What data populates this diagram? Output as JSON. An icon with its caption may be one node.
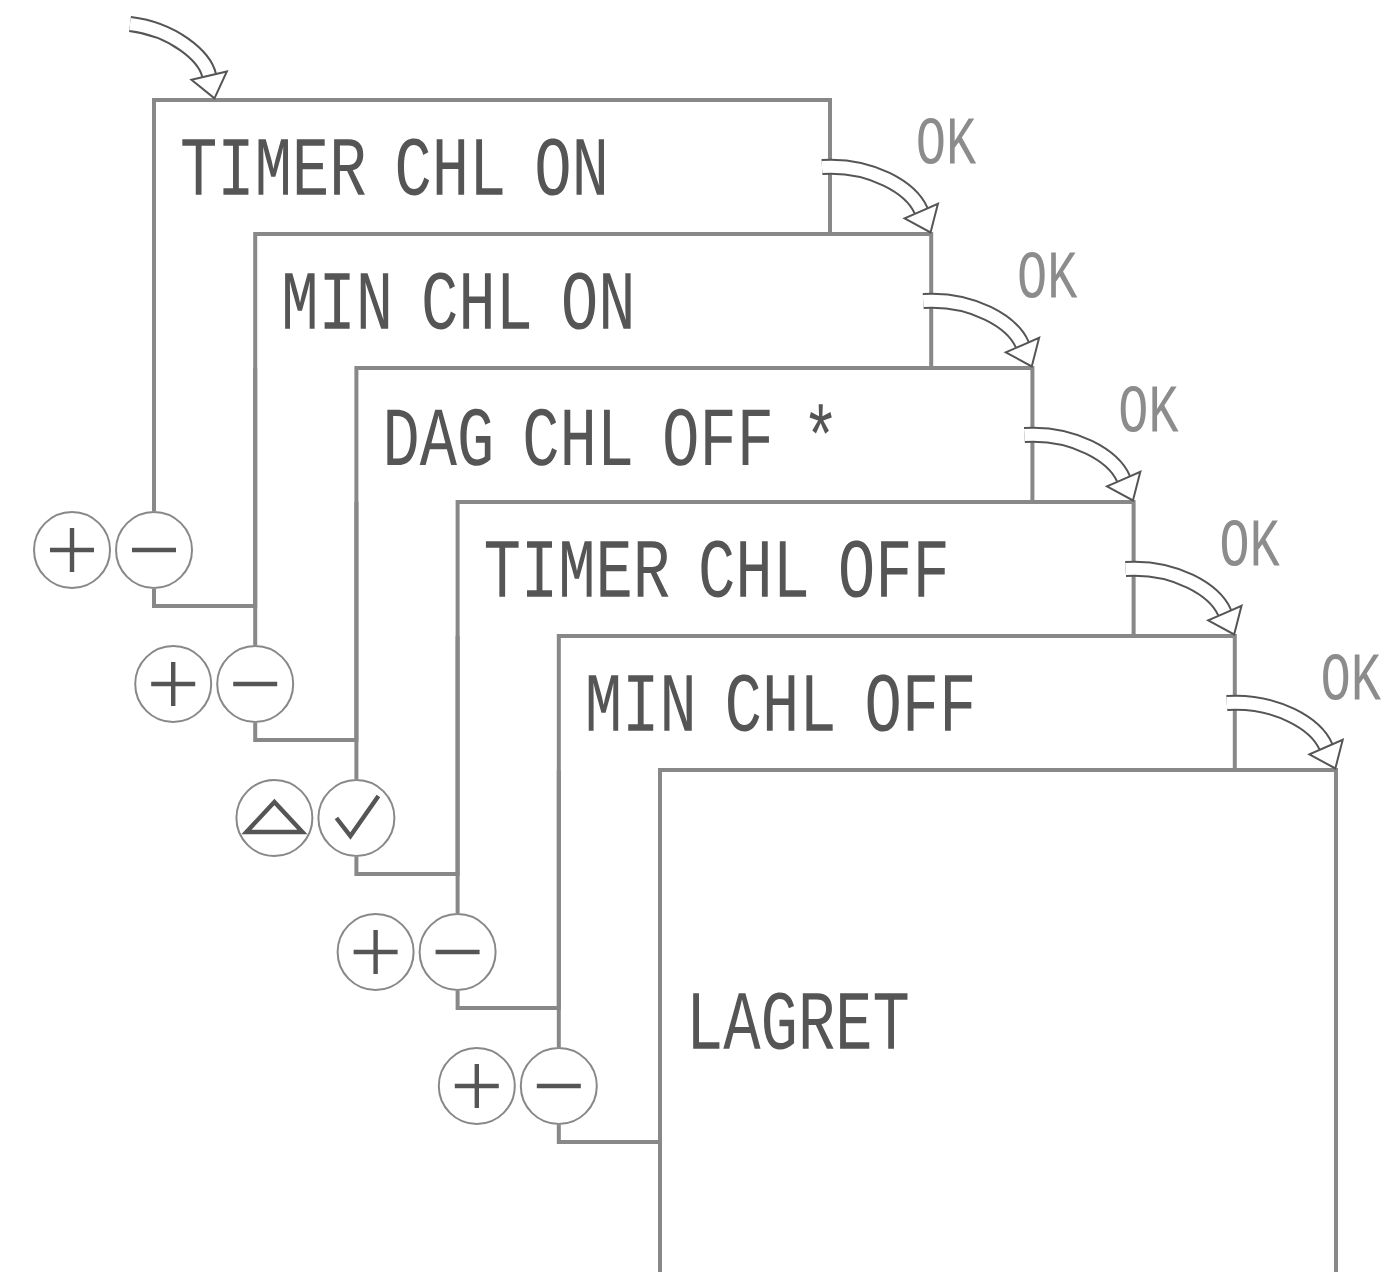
{
  "diagram": {
    "nodes": [
      {
        "text": [
          "TIMER CHL ON"
        ]
      },
      {
        "text": [
          "MIN CHL ON"
        ]
      },
      {
        "text": [
          "DAG CHL OFF *"
        ]
      },
      {
        "text": [
          "TIMER CHL OFF"
        ]
      },
      {
        "text": [
          "MIN CHL OFF"
        ]
      },
      {
        "text": [
          "LAGRET"
        ]
      },
      {
        "text": [],
        "shape": "circle"
      },
      {
        "text": [],
        "shape": "circle"
      },
      {
        "text": [],
        "shape": "circle"
      },
      {
        "text": [],
        "shape": "circle"
      },
      {
        "text": [],
        "shape": "circle"
      },
      {
        "text": [],
        "shape": "circle"
      },
      {
        "text": [],
        "shape": "circle"
      },
      {
        "text": [],
        "shape": "circle"
      },
      {
        "text": [],
        "shape": "circle"
      },
      {
        "text": [],
        "shape": "circle"
      }
    ],
    "edges": [
      {
        "from": null,
        "to": 0,
        "arrow": "to",
        "style": "thick"
      },
      {
        "from": 0,
        "to": 1,
        "arrow": "to",
        "label": "OK",
        "style": "thick"
      },
      {
        "from": 1,
        "to": 2,
        "arrow": "to",
        "label": "OK",
        "style": "thick"
      },
      {
        "from": 2,
        "to": 3,
        "arrow": "to",
        "label": "OK",
        "style": "thick"
      },
      {
        "from": 3,
        "to": 4,
        "arrow": "to",
        "label": "OK",
        "style": "thick"
      },
      {
        "from": 4,
        "to": 5,
        "arrow": "to",
        "label": "OK",
        "style": "thick"
      },
      {
        "from": 0,
        "to": 7,
        "arrow": "none"
      },
      {
        "from": 7,
        "to": 1,
        "arrow": "none"
      },
      {
        "from": 1,
        "to": 9,
        "arrow": "none"
      },
      {
        "from": 9,
        "to": 2,
        "arrow": "none"
      },
      {
        "from": 2,
        "to": 11,
        "arrow": "none"
      },
      {
        "from": 11,
        "to": 3,
        "arrow": "none"
      },
      {
        "from": 3,
        "to": 13,
        "arrow": "none"
      },
      {
        "from": 13,
        "to": 4,
        "arrow": "none"
      },
      {
        "from": 4,
        "to": 15,
        "arrow": "none"
      },
      {
        "from": 15,
        "to": 5,
        "arrow": "none"
      }
    ]
  }
}
